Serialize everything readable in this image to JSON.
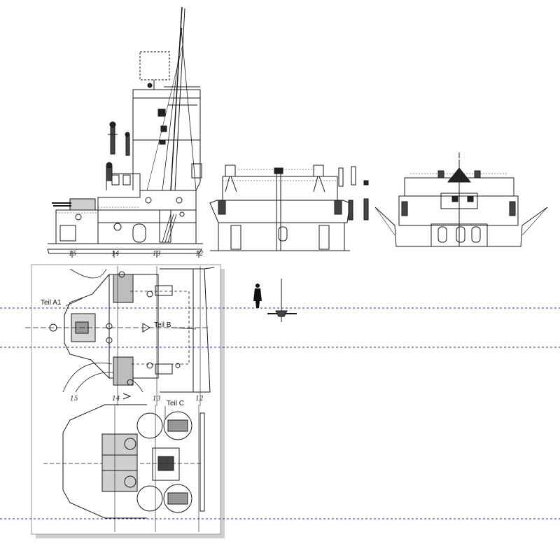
{
  "labels": {
    "teil_a1": "Teil A1",
    "teil_b": "Teil B",
    "teil_c": "Teil C"
  },
  "frame_numbers": {
    "side": [
      "15",
      "14",
      "13",
      "12"
    ],
    "plan": [
      "15",
      "14",
      "13",
      "12"
    ]
  },
  "colors": {
    "line": "#1a1a1a",
    "guide": "#2b2b9a",
    "sheet_border": "#b5b5b5",
    "sheet_shadow": "#c8c8c8"
  }
}
